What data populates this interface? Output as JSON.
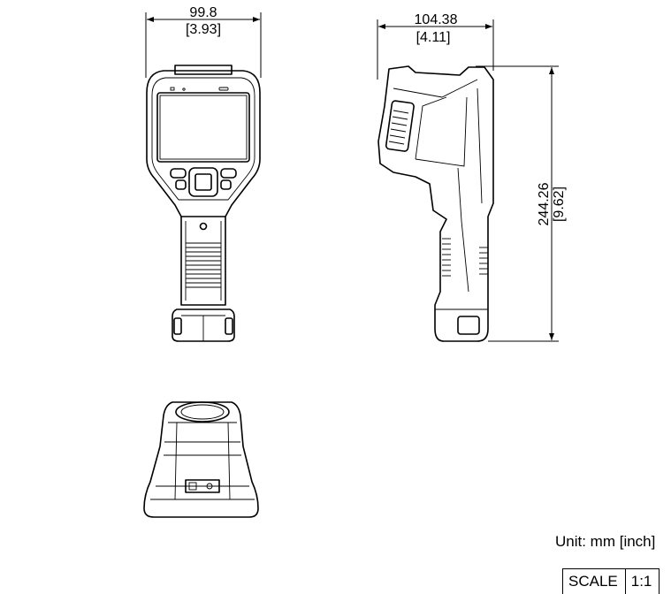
{
  "dimensions": {
    "front_width_mm": "99.8",
    "front_width_in": "[3.93]",
    "side_width_mm": "104.38",
    "side_width_in": "[4.11]",
    "height_mm": "244.26",
    "height_in": "[9.62]"
  },
  "unit_label": "Unit: mm [inch]",
  "scale": {
    "label": "SCALE",
    "value": "1:1"
  }
}
